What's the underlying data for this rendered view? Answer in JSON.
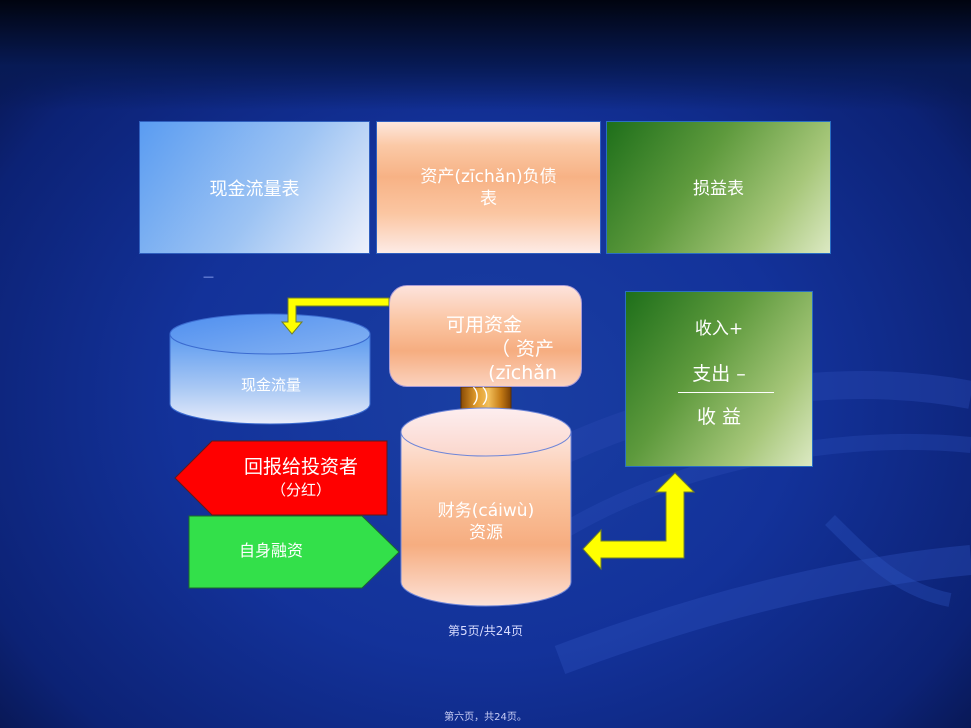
{
  "boxes": {
    "cash_flow_statement": "现金流量表",
    "balance_sheet_line1": "资产(zīchǎn)负债",
    "balance_sheet_line2": "表",
    "income_statement": "损益表"
  },
  "small_mark": "—",
  "available_funds": {
    "line1": "可用资金",
    "line2": "（ 资产(zīchǎn",
    "line3": "））"
  },
  "revenue_expense": {
    "income": "收入+",
    "expense": "支出 –",
    "profit": "收 益"
  },
  "cash_flow_cylinder": "现金流量",
  "financial_resources": {
    "line1": "财务(cáiwù)",
    "line2": "资源"
  },
  "return_to_investors": {
    "main": "回报给投资者",
    "sub": "（分红）"
  },
  "self_financing": "自身融资",
  "page_number": "第5页/共24页",
  "footer": "第六页，共24页。",
  "colors": {
    "background": "#13329a",
    "arrow_yellow": "#ffff00",
    "return_red": "#ff0000",
    "selffin_green": "#33e04a"
  }
}
